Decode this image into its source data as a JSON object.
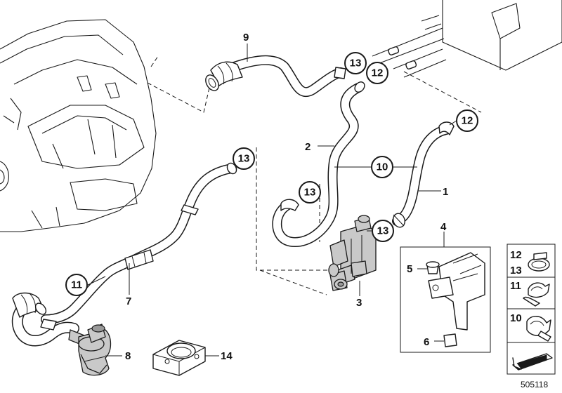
{
  "diagram": {
    "reference_number": "505118",
    "callouts": {
      "c1": "1",
      "c2": "2",
      "c3": "3",
      "c4": "4",
      "c5": "5",
      "c6": "6",
      "c7": "7",
      "c8": "8",
      "c9": "9",
      "c10": "10",
      "c11": "11",
      "c12a": "12",
      "c12b": "12",
      "c13a": "13",
      "c13b": "13",
      "c13c": "13",
      "c13d": "13",
      "c14": "14"
    },
    "legend": {
      "row1_top": "12",
      "row1_bottom": "13",
      "row2": "11",
      "row3": "10"
    }
  }
}
